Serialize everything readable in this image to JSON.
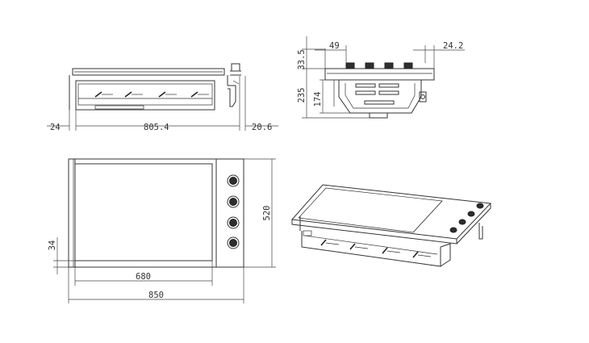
{
  "drawing": {
    "front_view": {
      "dim_left_offset": "24",
      "dim_width": "805.4",
      "dim_right_offset": "20.6"
    },
    "side_view": {
      "dim_top": "33.5",
      "dim_knob_offset": "49",
      "dim_right": "24.2",
      "dim_height_total": "235",
      "dim_height_inner": "174"
    },
    "top_view": {
      "dim_inner_width": "680",
      "dim_total_width": "850",
      "dim_depth": "520",
      "dim_edge": "34"
    },
    "colors": {
      "line": "#333333",
      "knob": "#2e2e2e"
    }
  }
}
